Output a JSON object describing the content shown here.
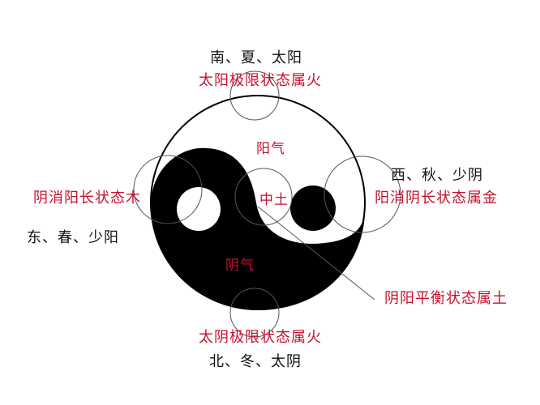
{
  "diagram": {
    "type": "yin-yang five-phase diagram",
    "colors": {
      "text_black": "#111111",
      "text_red": "#c8102e",
      "yin": "#000000",
      "yang": "#ffffff",
      "line": "#555555"
    },
    "top": {
      "direction": "南、夏、太阳",
      "state": "太阳极限状态属火"
    },
    "right": {
      "direction": "西、秋、少阴",
      "state": "阳消阴长状态属金"
    },
    "left": {
      "state": "阴消阳长状态木",
      "direction": "东、春、少阳"
    },
    "bottom": {
      "state": "太阴极限状态属火",
      "direction": "北、冬、太阴"
    },
    "callout": {
      "state": "阴阳平衡状态属土"
    },
    "inner": {
      "yang_qi": "阳气",
      "center": "中土",
      "yin_qi": "阴气"
    }
  }
}
